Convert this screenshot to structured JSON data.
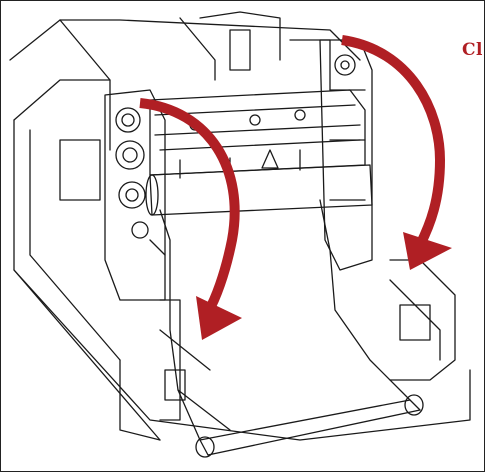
{
  "callout": {
    "text": "Cl"
  },
  "colors": {
    "arrow": "#b01f24",
    "line": "#1a1a1a",
    "paper": "#ffffff"
  },
  "parts": [
    "printer-base",
    "printhead-mechanism",
    "left-ribbon-gear-assembly",
    "right-ribbon-spindle-assembly",
    "paper-roll",
    "paper-feed",
    "paper-core-tube"
  ],
  "arrows": [
    {
      "name": "left-curved-arrow",
      "direction": "down-left"
    },
    {
      "name": "right-curved-arrow",
      "direction": "down-left"
    }
  ]
}
